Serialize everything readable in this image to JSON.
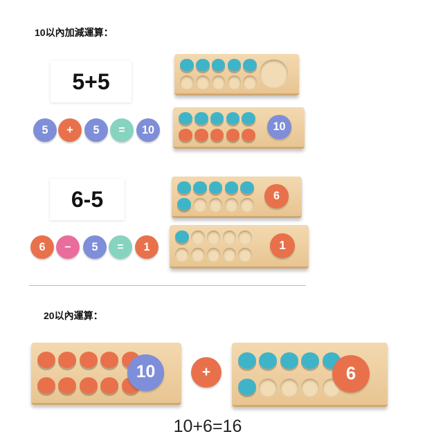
{
  "headings": {
    "section1": "10以內加減運算：",
    "section2": "20以內運算："
  },
  "cards": [
    {
      "label": "5+5"
    },
    {
      "label": "6-5"
    }
  ],
  "colors": {
    "teal": "#3fb4c8",
    "orange": "#e8714b",
    "blue": "#7f8ed8",
    "pink": "#ea6c9c",
    "mint": "#86d3c0"
  },
  "disc_rows": [
    [
      {
        "label": "5",
        "color": "blue"
      },
      {
        "label": "+",
        "color": "orange"
      },
      {
        "label": "5",
        "color": "blue"
      },
      {
        "label": "=",
        "color": "mint"
      },
      {
        "label": "10",
        "color": "blue"
      }
    ],
    [
      {
        "label": "6",
        "color": "orange"
      },
      {
        "label": "−",
        "color": "pink"
      },
      {
        "label": "5",
        "color": "blue"
      },
      {
        "label": "=",
        "color": "mint"
      },
      {
        "label": "1",
        "color": "orange"
      }
    ]
  ],
  "boards": [
    {
      "rows": [
        [
          "teal",
          "teal",
          "teal",
          "teal",
          "teal"
        ],
        [
          "empty",
          "empty",
          "empty",
          "empty",
          "empty"
        ]
      ],
      "badge": null
    },
    {
      "rows": [
        [
          "teal",
          "teal",
          "teal",
          "teal",
          "teal"
        ],
        [
          "orange",
          "orange",
          "orange",
          "orange",
          "orange"
        ]
      ],
      "badge": {
        "label": "10",
        "color": "blue"
      }
    },
    {
      "rows": [
        [
          "teal",
          "teal",
          "teal",
          "teal",
          "teal"
        ],
        [
          "teal",
          "empty",
          "empty",
          "empty",
          "empty"
        ]
      ],
      "badge": {
        "label": "6",
        "color": "orange"
      }
    },
    {
      "rows": [
        [
          "teal",
          "empty",
          "empty",
          "empty",
          "empty"
        ],
        [
          "empty",
          "empty",
          "empty",
          "empty",
          "empty"
        ]
      ],
      "badge": {
        "label": "1",
        "color": "orange"
      }
    },
    {
      "rows": [
        [
          "orange",
          "orange",
          "orange",
          "orange",
          "orange"
        ],
        [
          "orange",
          "orange",
          "orange",
          "orange",
          "orange"
        ]
      ],
      "badge": {
        "label": "10",
        "color": "blue"
      }
    },
    {
      "rows": [
        [
          "teal",
          "teal",
          "teal",
          "teal",
          "teal"
        ],
        [
          "teal",
          "empty",
          "empty",
          "empty",
          "empty"
        ]
      ],
      "badge": {
        "label": "6",
        "color": "orange"
      }
    }
  ],
  "plus_disc": {
    "label": "+",
    "color": "orange"
  },
  "equation": "10+6=16"
}
